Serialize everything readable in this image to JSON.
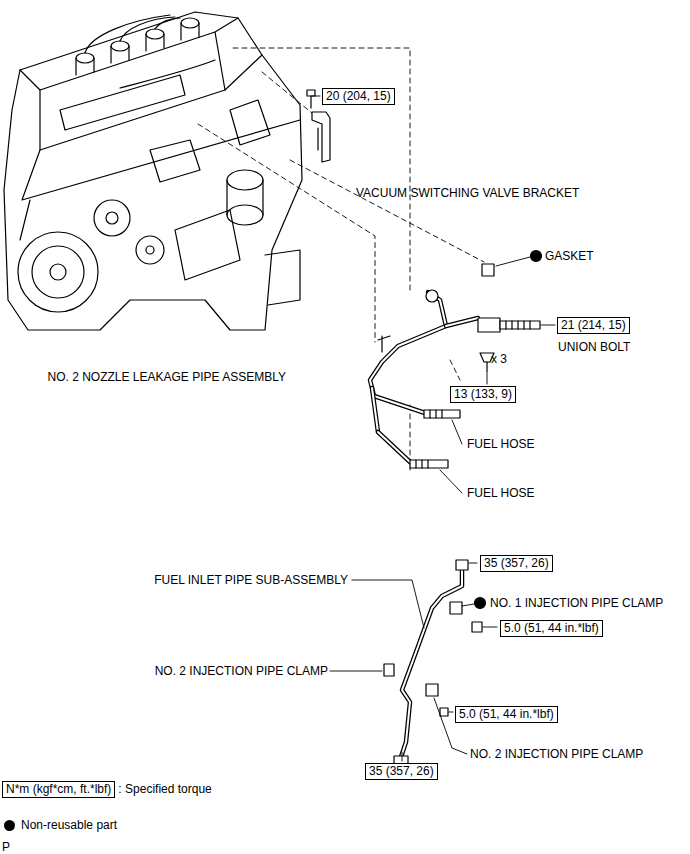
{
  "diagram": {
    "nodes": [
      {
        "text": [
          "20 (204, 15)"
        ]
      },
      {
        "text": [
          "21 (214, 15)"
        ]
      },
      {
        "text": [
          "13 (133, 9)"
        ]
      },
      {
        "text": [
          "35 (357, 26)"
        ]
      },
      {
        "text": [
          "5.0 (51, 44 in.*lbf)"
        ]
      },
      {
        "text": [
          "5.0 (51, 44 in.*lbf)"
        ]
      },
      {
        "text": [
          "35 (357, 26)"
        ]
      },
      {
        "text": [
          "N*m (kgf*cm, ft.*lbf)"
        ]
      }
    ],
    "labels": [
      "VACUUM SWITCHING VALVE BRACKET",
      "GASKET",
      "UNION BOLT",
      "NO. 2 NOZZLE LEAKAGE PIPE ASSEMBLY",
      "x 3",
      "FUEL HOSE",
      "FUEL HOSE",
      "FUEL INLET PIPE SUB-ASSEMBLY",
      "NO. 1 INJECTION PIPE CLAMP",
      "NO. 2 INJECTION PIPE CLAMP",
      "NO. 2 INJECTION PIPE CLAMP",
      "P"
    ],
    "legend": [
      {
        "text": ": Specified torque"
      },
      {
        "text": "Non-reusable part"
      }
    ]
  }
}
